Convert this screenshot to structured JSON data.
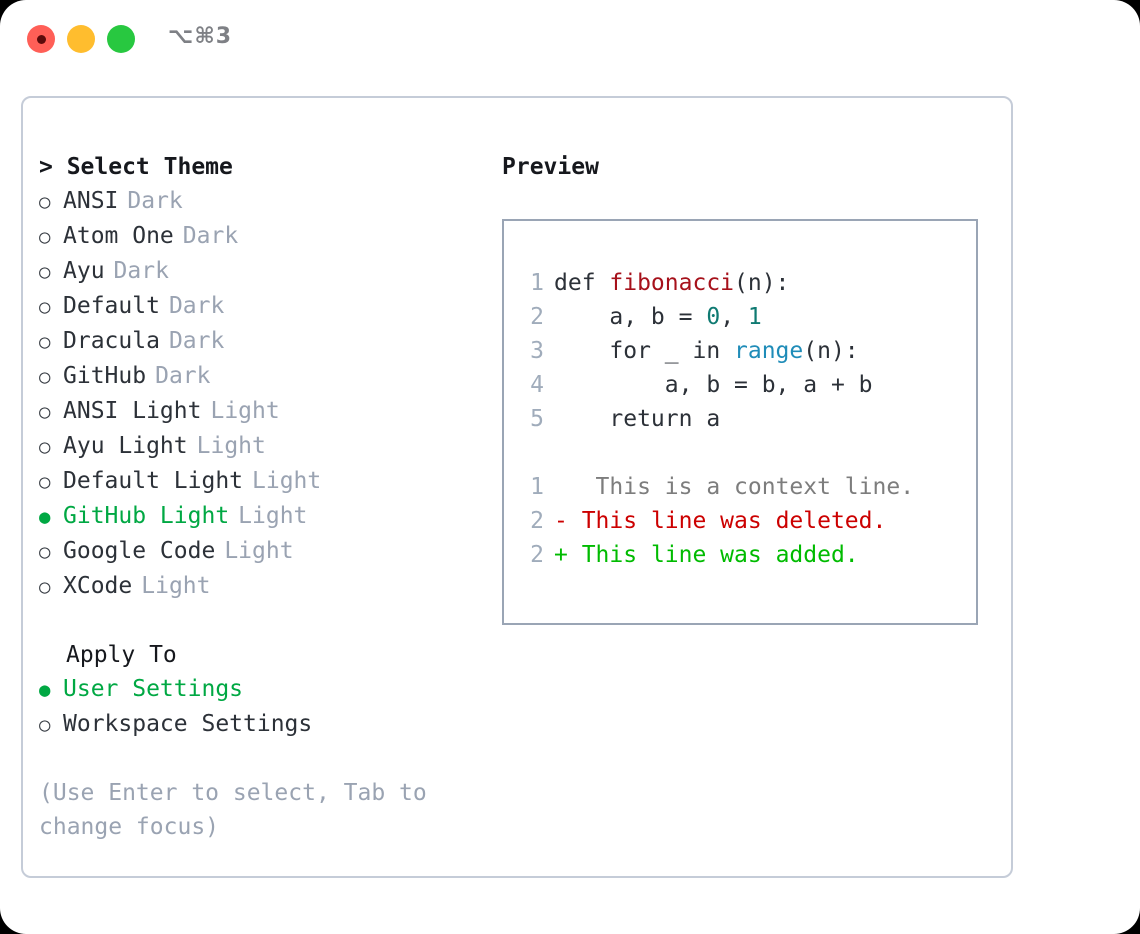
{
  "titlebar": {
    "shortcut": "⌥⌘3",
    "controls": [
      "close",
      "minimize",
      "maximize"
    ]
  },
  "theme_list": {
    "header": "> Select Theme",
    "items": [
      {
        "bullet": "○",
        "label": "ANSI",
        "tag": "Dark",
        "selected": false
      },
      {
        "bullet": "○",
        "label": "Atom One",
        "tag": "Dark",
        "selected": false
      },
      {
        "bullet": "○",
        "label": "Ayu",
        "tag": "Dark",
        "selected": false
      },
      {
        "bullet": "○",
        "label": "Default",
        "tag": "Dark",
        "selected": false
      },
      {
        "bullet": "○",
        "label": "Dracula",
        "tag": "Dark",
        "selected": false
      },
      {
        "bullet": "○",
        "label": "GitHub",
        "tag": "Dark",
        "selected": false
      },
      {
        "bullet": "○",
        "label": "ANSI Light",
        "tag": "Light",
        "selected": false
      },
      {
        "bullet": "○",
        "label": "Ayu Light",
        "tag": "Light",
        "selected": false
      },
      {
        "bullet": "○",
        "label": "Default Light",
        "tag": "Light",
        "selected": false
      },
      {
        "bullet": "●",
        "label": "GitHub Light",
        "tag": "Light",
        "selected": true
      },
      {
        "bullet": "○",
        "label": "Google Code",
        "tag": "Light",
        "selected": false
      },
      {
        "bullet": "○",
        "label": "XCode",
        "tag": "Light",
        "selected": false
      }
    ]
  },
  "apply_to": {
    "title": "Apply To",
    "options": [
      {
        "bullet": "●",
        "label": "User Settings",
        "selected": true
      },
      {
        "bullet": "○",
        "label": "Workspace Settings",
        "selected": false
      }
    ]
  },
  "hint": "(Use Enter to select, Tab to change focus)",
  "preview": {
    "header": "Preview",
    "code_lines": [
      {
        "num": "1",
        "segments": [
          {
            "t": "def ",
            "c": "plain"
          },
          {
            "t": "fibonacci",
            "c": "fn"
          },
          {
            "t": "(n):",
            "c": "plain"
          }
        ]
      },
      {
        "num": "2",
        "segments": [
          {
            "t": "    a, b = ",
            "c": "plain"
          },
          {
            "t": "0",
            "c": "num"
          },
          {
            "t": ", ",
            "c": "plain"
          },
          {
            "t": "1",
            "c": "num"
          }
        ]
      },
      {
        "num": "3",
        "segments": [
          {
            "t": "    for _ in ",
            "c": "plain"
          },
          {
            "t": "range",
            "c": "call"
          },
          {
            "t": "(n):",
            "c": "plain"
          }
        ]
      },
      {
        "num": "4",
        "segments": [
          {
            "t": "        a, b = b, a + b",
            "c": "plain"
          }
        ]
      },
      {
        "num": "5",
        "segments": [
          {
            "t": "    return a",
            "c": "plain"
          }
        ]
      }
    ],
    "diff_lines": [
      {
        "num": "1",
        "marker": " ",
        "text": "  This is a context line.",
        "kind": "ctx"
      },
      {
        "num": "2",
        "marker": "-",
        "text": " This line was deleted.",
        "kind": "del"
      },
      {
        "num": "2",
        "marker": "+",
        "text": " This line was added.",
        "kind": "add"
      }
    ]
  },
  "colors": {
    "accent_green": "#00a843",
    "diff_add": "#00bb00",
    "diff_del": "#cc0000",
    "diff_ctx": "#7d7d7d",
    "tok_fn": "#a6111b",
    "tok_num": "#0f7a72",
    "tok_call": "#1f8cb8",
    "muted": "#9aa3b2",
    "border": "#c5ccd8",
    "preview_border": "#9aa5b5"
  }
}
